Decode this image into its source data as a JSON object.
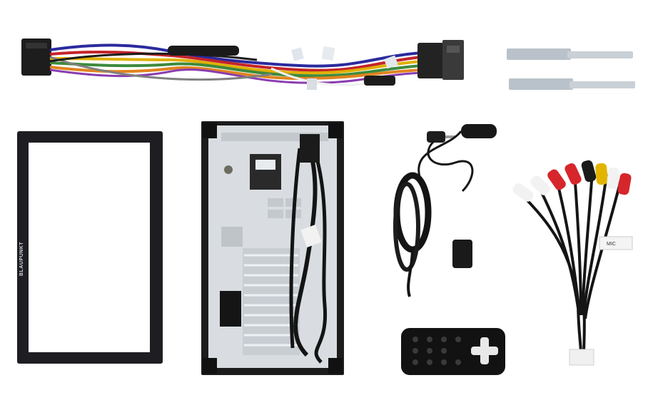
{
  "scene": {
    "background": "#ffffff",
    "frame_brand": "BLAUPUNKT",
    "rca_tag_label": "MIC",
    "colors": {
      "frame": "#1e1e22",
      "unit_metal": "#d9dde1",
      "rca_red": "#d6262c",
      "rca_white": "#f2f2f2",
      "rca_yellow": "#e2b400",
      "cable_black": "#141414",
      "bolt_metal": "#b9c2ca"
    },
    "items": [
      {
        "name": "iso-wiring-harness",
        "icon": "wiring-harness"
      },
      {
        "name": "mounting-bolts",
        "icon": "bolt",
        "count": 2
      },
      {
        "name": "trim-frame",
        "icon": "frame"
      },
      {
        "name": "head-unit-rear",
        "icon": "radio-chassis"
      },
      {
        "name": "external-microphone",
        "icon": "microphone"
      },
      {
        "name": "mic-clip",
        "icon": "clip"
      },
      {
        "name": "rca-breakout-cable",
        "icon": "rca-connectors"
      },
      {
        "name": "remote-control",
        "icon": "remote"
      }
    ]
  }
}
